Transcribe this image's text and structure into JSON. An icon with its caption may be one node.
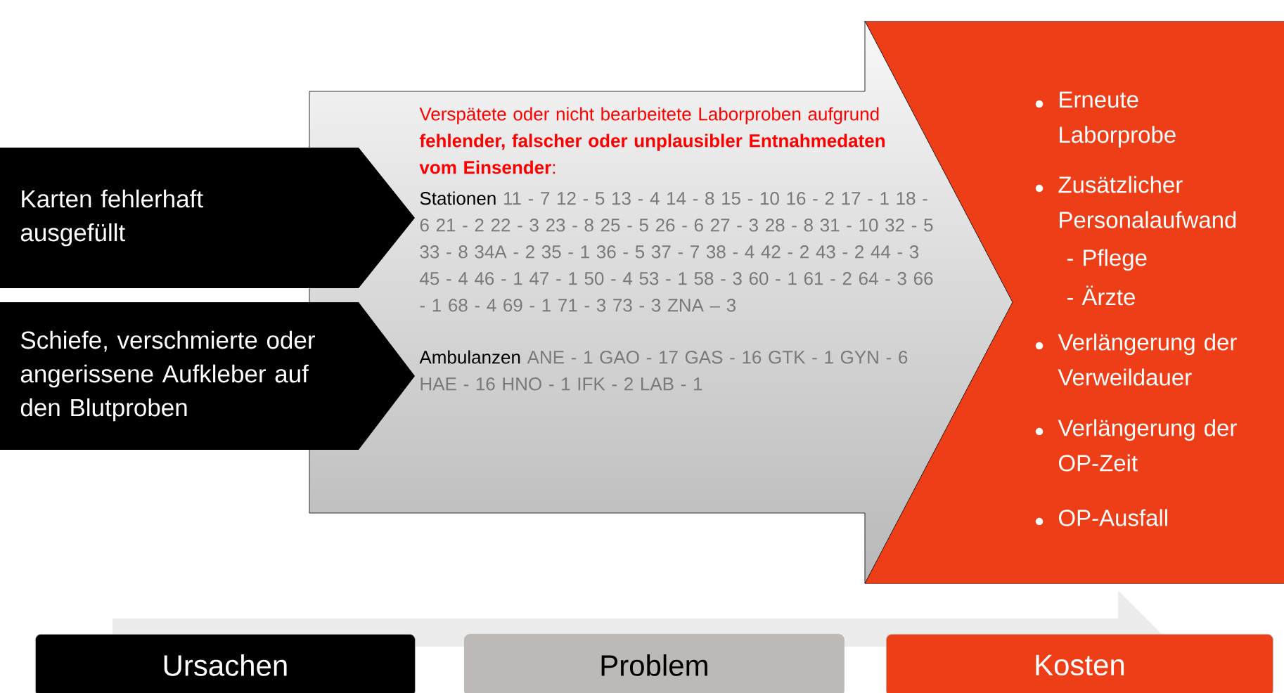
{
  "diagram": {
    "nodes": [
      {
        "text": [
          "Karten fehlerhaft ausgefüllt"
        ]
      },
      {
        "text": [
          "Schiefe, verschmierte oder angerissene Aufkleber auf den Blutproben"
        ]
      },
      {
        "text": [
          "Verspätete oder nicht bearbeitete Laborproben aufgrund **fehlender, falscher oder unplausibler Entnahmedaten vom Einsender**:",
          "Stationen",
          "11 - 7 12 - 5 13 - 4 14 - 8 15 - 10 16 - 2 17 - 1 18 - 6 21 - 2 22 - 3 23 - 8 25 - 5 26 - 6 27 - 3 28 - 8 31 - 10 32 - 5 33 - 8 34A - 2 35 - 1 36 - 5 37 - 7 38 - 4 42 - 2 43 - 2 44 - 3 45 - 4 46 - 1 47 - 1 50 - 4 53 - 1 58 - 3 60 - 1 61 - 2 64 - 3 66 - 1 68 - 4 69 - 1 71 - 3 73 - 3 ZNA – 3",
          "Ambulanzen",
          "ANE - 1 GAO - 17 GAS - 16 GTK - 1 GYN - 6 HAE - 16 HNO - 1 IFK - 2 LAB - 1"
        ]
      },
      {
        "text": [
          "Erneute Laborprobe",
          "Zusätzlicher Personalaufwand",
          "- Pflege",
          "- Ärzte",
          "Verlängerung der Verweildauer",
          "Verlängerung der OP-Zeit",
          "OP-Ausfall"
        ]
      },
      {
        "text": [
          "Ursachen"
        ]
      },
      {
        "text": [
          "Problem"
        ]
      },
      {
        "text": [
          "Kosten"
        ]
      }
    ],
    "edges": []
  }
}
